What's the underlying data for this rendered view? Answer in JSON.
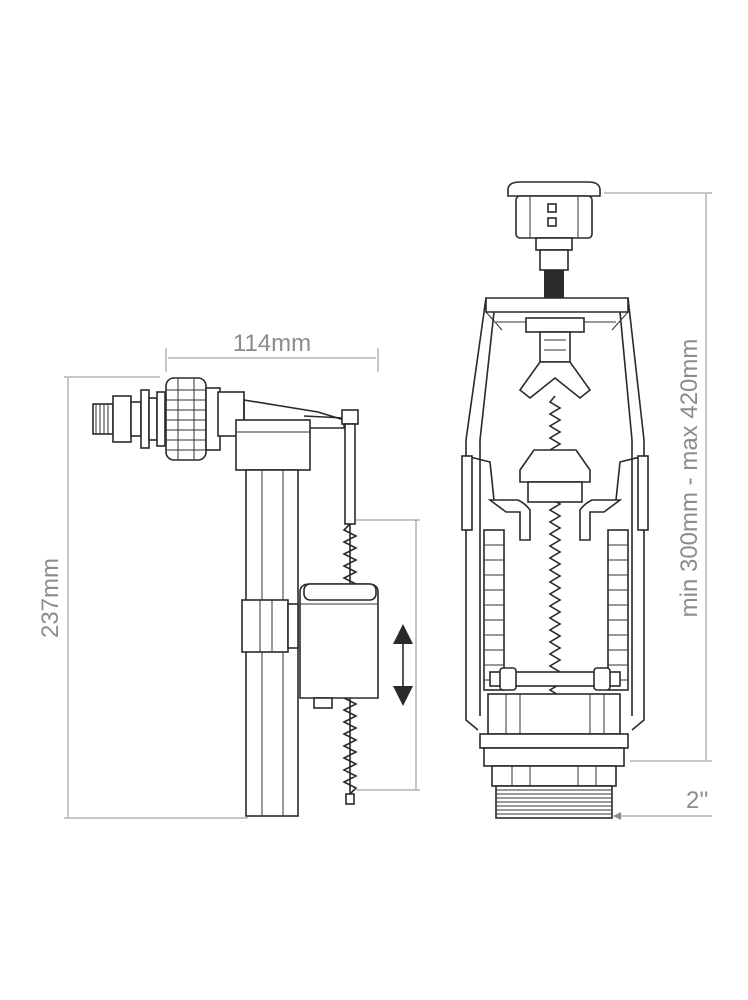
{
  "dimensions": {
    "width_label": "114mm",
    "height_label": "237mm",
    "range_label": "min 300mm - max 420mm",
    "thread_label": "2''"
  },
  "colors": {
    "line": "#2a2a2a",
    "dimension": "#8c8c8c",
    "background": "#ffffff"
  }
}
